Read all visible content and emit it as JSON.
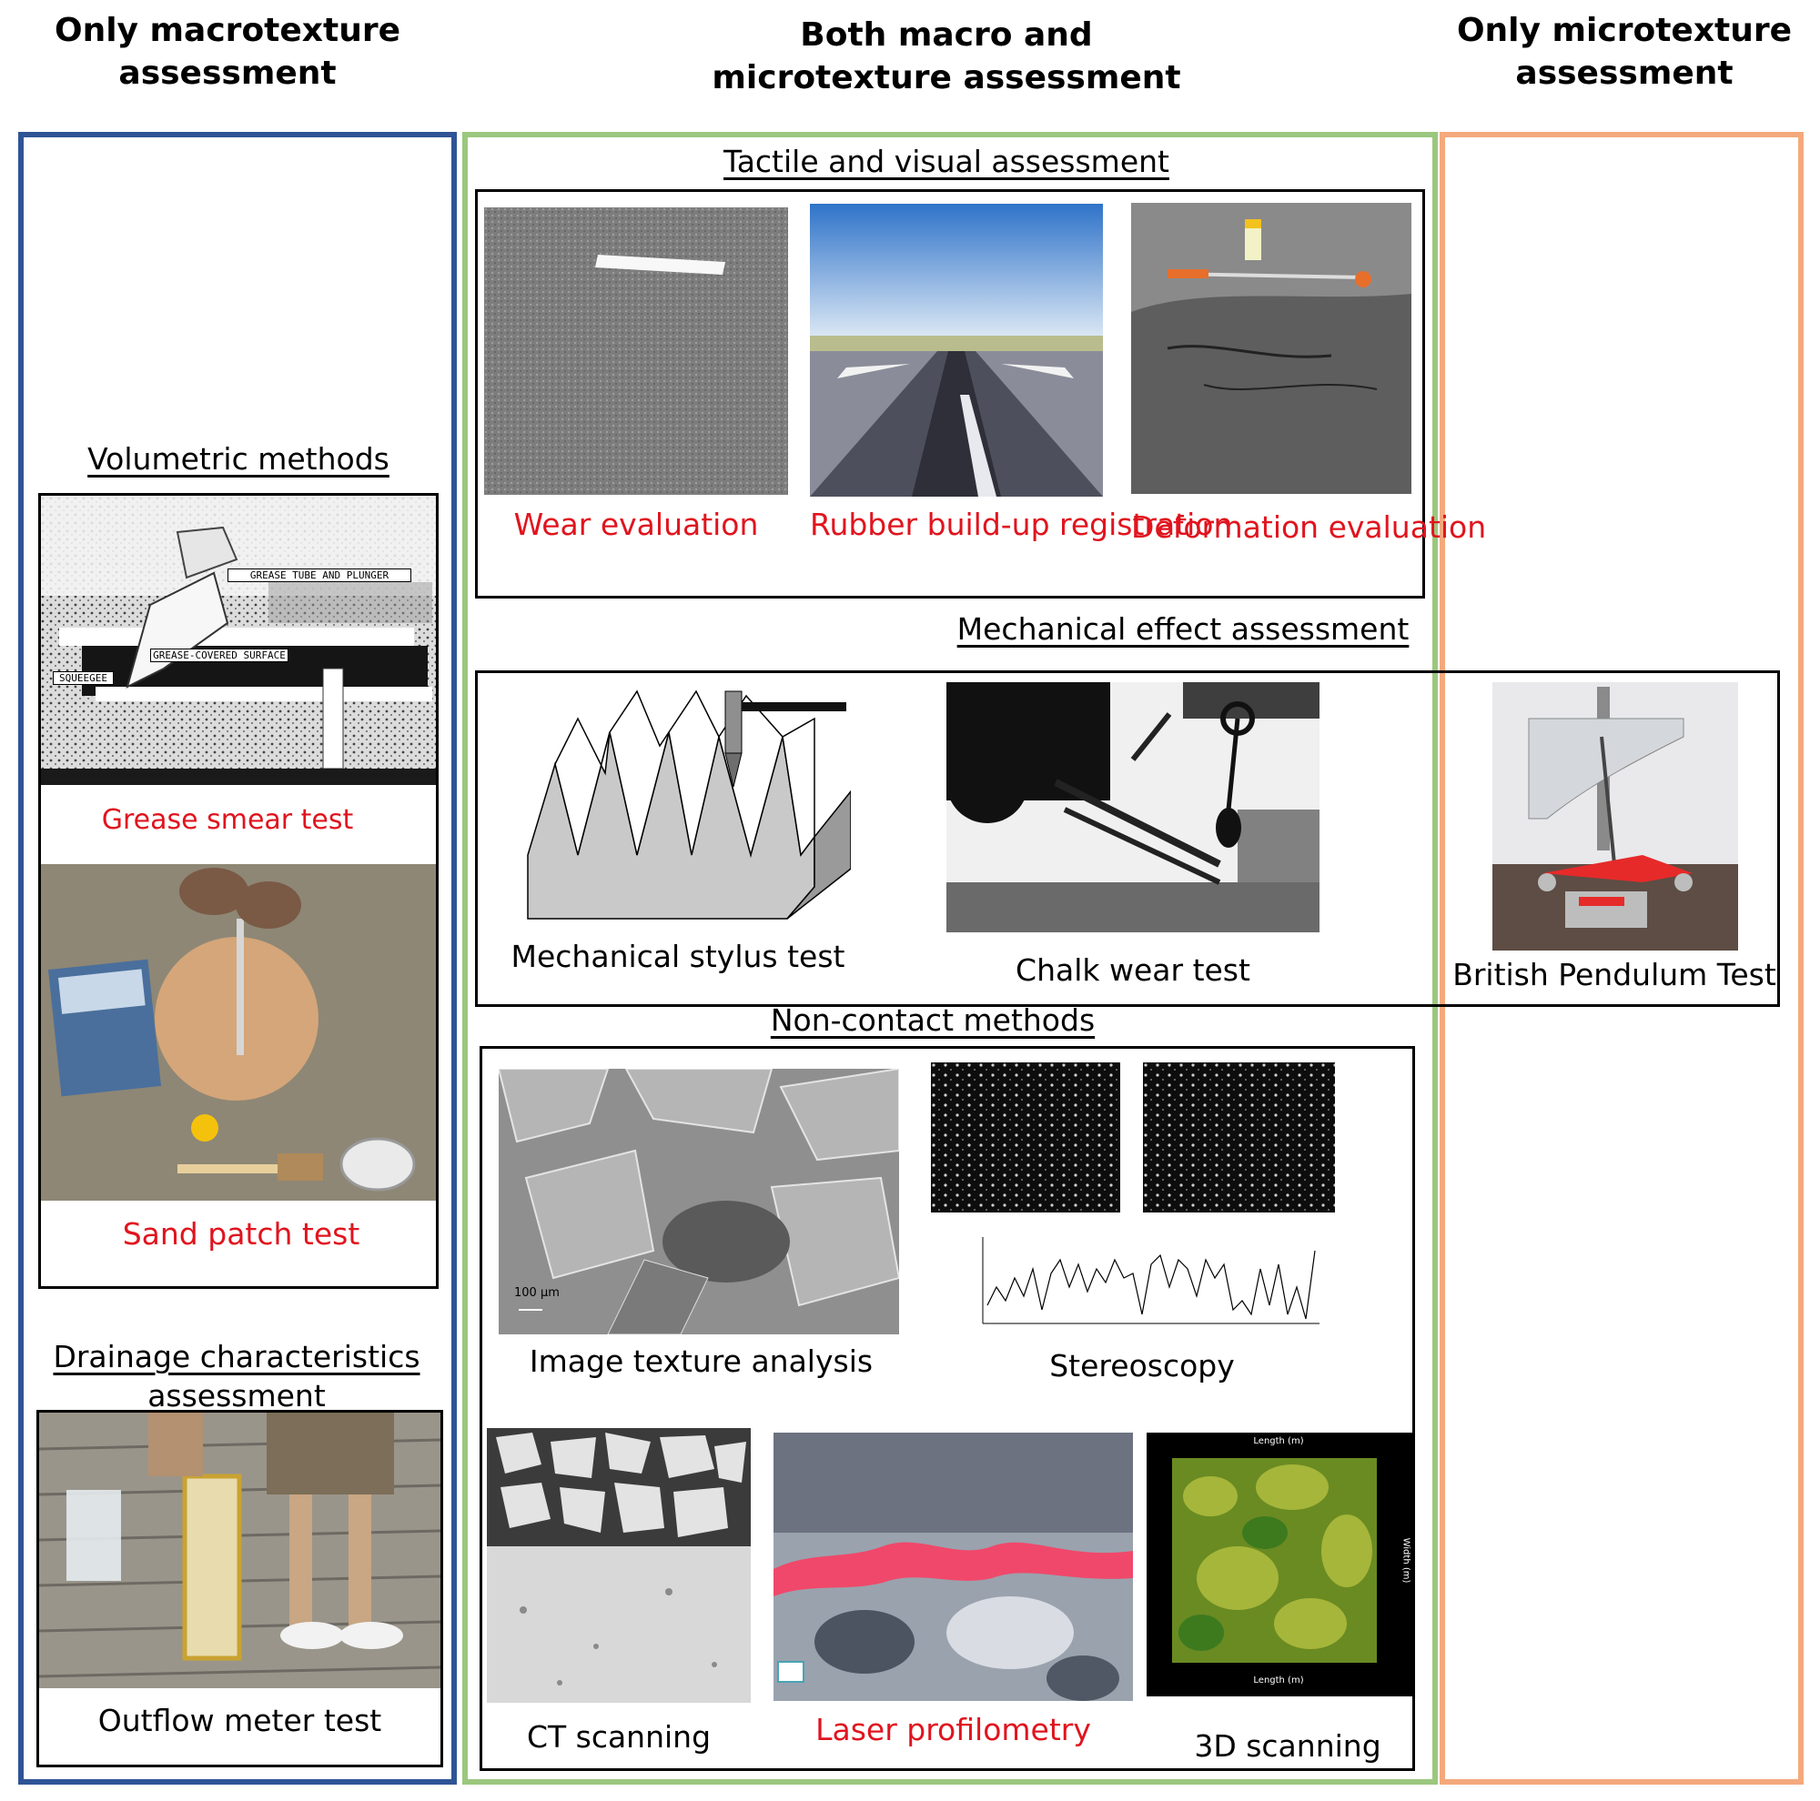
{
  "columns": {
    "macro": {
      "title": "Only macrotexture assessment",
      "color": "#2f5496"
    },
    "both": {
      "title": "Both macro and microtexture assessment",
      "color": "#9bc77e"
    },
    "micro": {
      "title": "Only microtexture assessment",
      "color": "#f4a97c"
    }
  },
  "sections": {
    "volumetric": "Volumetric methods",
    "drainage": "Drainage characteristics assessment",
    "tactile": "Tactile and visual assessment",
    "mechanical": "Mechanical effect assessment",
    "noncontact": "Non-contact methods"
  },
  "methods": {
    "grease_smear": "Grease smear test",
    "sand_patch": "Sand patch test",
    "outflow_meter": "Outflow meter test",
    "wear_evaluation": "Wear evaluation",
    "rubber_buildup": "Rubber build-up registration",
    "deformation": "Deformation evaluation",
    "mechanical_stylus": "Mechanical stylus test",
    "chalk_wear": "Chalk wear test",
    "british_pendulum": "British Pendulum Test",
    "image_texture": "Image texture analysis",
    "stereoscopy": "Stereoscopy",
    "ct_scanning": "CT scanning",
    "laser_profilometry": "Laser profilometry",
    "scanning_3d": "3D scanning"
  },
  "photo_text": {
    "grease_tube": "GREASE TUBE AND PLUNGER",
    "grease_surface": "GREASE-COVERED SURFACE",
    "squeegee": "SQUEEGEE",
    "scale_bar": "100 µm",
    "scan_length": "Length (m)",
    "scan_width": "Width (m)"
  },
  "colors": {
    "highlight": "#e0141e"
  }
}
